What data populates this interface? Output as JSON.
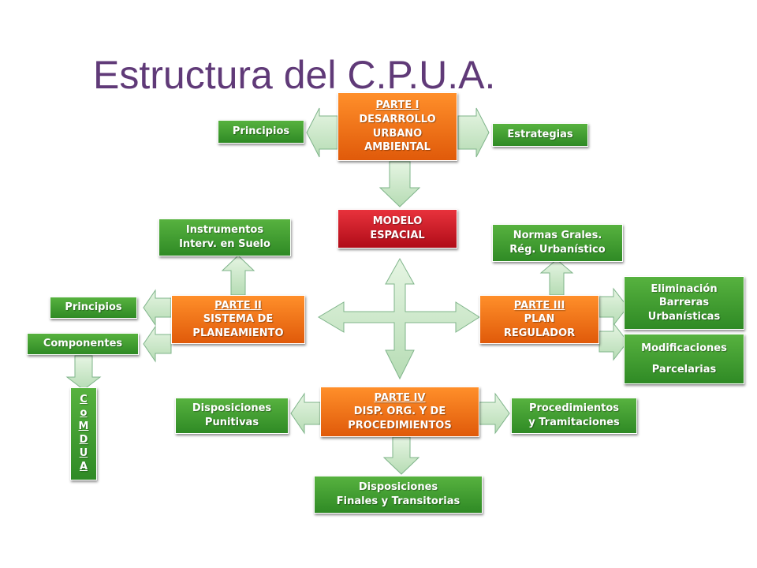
{
  "title": "Estructura del C.P.U.A.",
  "colors": {
    "title": "#603a78",
    "green": "#3a9a2c",
    "orange": "#f47420",
    "red": "#c81a24",
    "arrow": "#c9e8c8"
  },
  "boxes": {
    "parte1": {
      "line1": "PARTE I",
      "line2": "DESARROLLO",
      "line3": "URBANO",
      "line4": "AMBIENTAL"
    },
    "principios_top": "Principios",
    "estrategias": "Estrategias",
    "modelo": {
      "line1": "MODELO",
      "line2": "ESPACIAL"
    },
    "instrumentos": {
      "line1": "Instrumentos",
      "line2": "Interv. en Suelo"
    },
    "normas": {
      "line1": "Normas Grales.",
      "line2": "Rég. Urbanístico"
    },
    "parte2": {
      "line1": "PARTE II",
      "line2": "SISTEMA DE",
      "line3": "PLANEAMIENTO"
    },
    "parte3": {
      "line1": "PARTE III",
      "line2": "PLAN",
      "line3": "REGULADOR"
    },
    "principios_left": "Principios",
    "componentes": "Componentes",
    "eliminacion": {
      "line1": "Eliminación",
      "line2": "Barreras",
      "line3": "Urbanísticas"
    },
    "modificaciones": {
      "line1": "Modificaciones",
      "line2": "Parcelarias"
    },
    "comdua": [
      "C",
      "o",
      "M",
      "D",
      "U",
      "A"
    ],
    "parte4": {
      "line1": "PARTE IV",
      "line2": "DISP. ORG. Y DE",
      "line3": "PROCEDIMIENTOS"
    },
    "disp_punitivas": {
      "line1": "Disposiciones",
      "line2": "Punitivas"
    },
    "procedimientos": {
      "line1": "Procedimientos",
      "line2": "y Tramitaciones"
    },
    "disp_finales": {
      "line1": "Disposiciones",
      "line2": "Finales y Transitorias"
    }
  }
}
